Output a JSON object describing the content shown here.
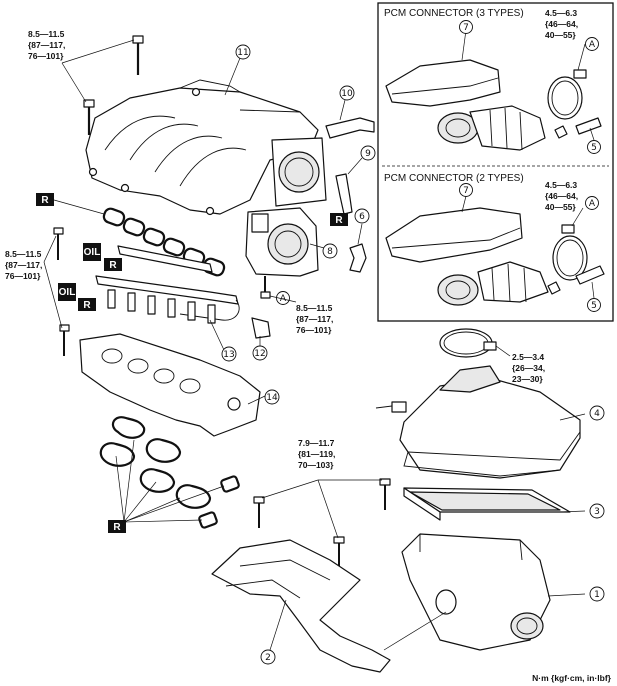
{
  "torque_specs": {
    "upper_bolts": [
      "8.5—11.5",
      "{87—117,",
      "76—101}"
    ],
    "left_bolts": [
      "8.5—11.5",
      "{87—117,",
      "76—101}"
    ],
    "throttle_bolts": [
      "8.5—11.5",
      "{87—117,",
      "76—101}"
    ],
    "bracket_bolts": [
      "7.9—11.7",
      "{81—119,",
      "70—103}"
    ],
    "clamp_inset_3": [
      "4.5—6.3",
      "{46—64,",
      "40—55}"
    ],
    "clamp_inset_2": [
      "4.5—6.3",
      "{46—64,",
      "40—55}"
    ],
    "clamp_main": [
      "2.5—3.4",
      "{26—34,",
      "23—30}"
    ]
  },
  "inset": {
    "title_3": "PCM CONNECTOR (3 TYPES)",
    "title_2": "PCM CONNECTOR (2 TYPES)"
  },
  "callouts": {
    "c1": "1",
    "c2": "2",
    "c3": "3",
    "c4": "4",
    "c5a": "5",
    "c5b": "5",
    "c6": "6",
    "c7a": "7",
    "c7b": "7",
    "c8": "8",
    "c9": "9",
    "c10": "10",
    "c11": "11",
    "c12": "12",
    "c13": "13",
    "c14": "14",
    "aa": "A",
    "ab": "A",
    "ac": "A"
  },
  "markers": {
    "replace": "R",
    "oil": "OIL"
  },
  "units": "N·m {kgf·cm, in·lbf}"
}
